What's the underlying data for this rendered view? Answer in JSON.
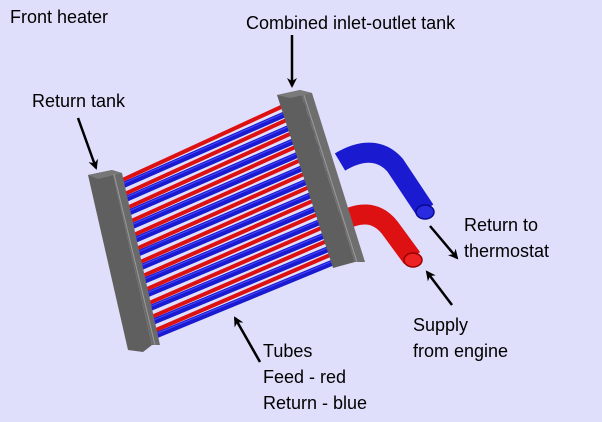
{
  "title": "Front heater",
  "labels": {
    "combined_tank": "Combined inlet-outlet tank",
    "return_tank": "Return tank",
    "return_to_thermostat_1": "Return to",
    "return_to_thermostat_2": "thermostat",
    "supply_1": "Supply",
    "supply_2": "from engine",
    "tubes_1": "Tubes",
    "tubes_2": "Feed - red",
    "tubes_3": "Return - blue"
  },
  "colors": {
    "background": "#dfdffb",
    "tank": "#5f5f5f",
    "feed_tube": "#dd1111",
    "return_tube": "#1a1ad0"
  },
  "tube_pairs": 12
}
